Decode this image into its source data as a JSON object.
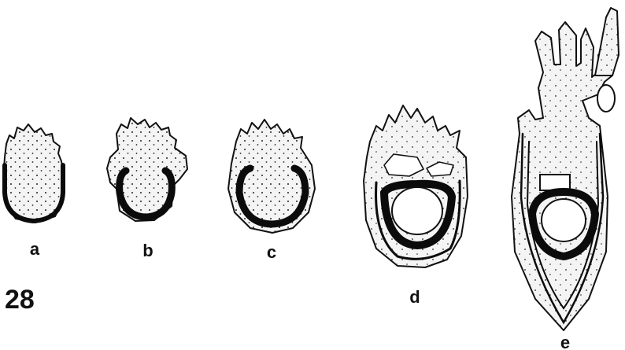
{
  "figure": {
    "number": "28",
    "stage_labels": [
      "a",
      "b",
      "c",
      "d",
      "e"
    ]
  }
}
